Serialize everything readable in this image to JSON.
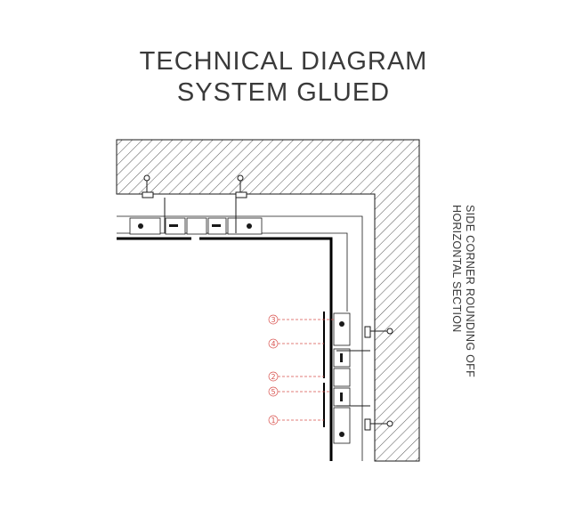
{
  "title": {
    "line1": "TECHNICAL DIAGRAM",
    "line2": "SYSTEM GLUED"
  },
  "side_label": {
    "line1": "SIDE CORNER ROUNDING OFF",
    "line2": "HORIZONTAL SECTION"
  },
  "callouts": [
    "3",
    "4",
    "2",
    "5",
    "1"
  ],
  "colors": {
    "line": "#1a1a1a",
    "hatch": "#555555",
    "callout": "#d9534f",
    "text": "#3a3a3a"
  }
}
